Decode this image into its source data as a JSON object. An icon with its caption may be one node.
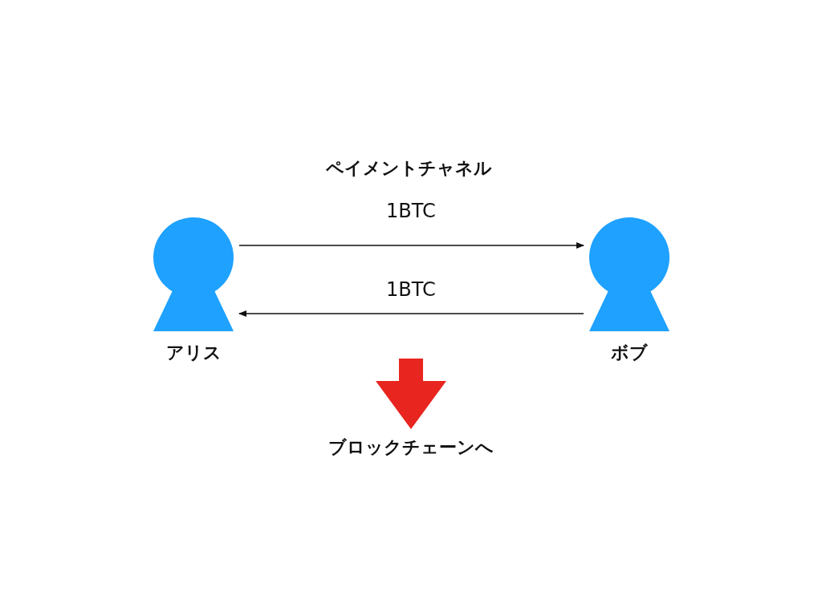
{
  "diagram": {
    "title": "ペイメントチャネル",
    "nodes": [
      {
        "text": [
          "アリス"
        ]
      },
      {
        "text": [
          "ボブ"
        ]
      },
      {
        "text": [
          "ブロックチェーンへ"
        ]
      }
    ],
    "edges": [
      {
        "from": 0,
        "to": 1,
        "arrow": "to",
        "label": "1BTC"
      },
      {
        "from": 1,
        "to": 0,
        "arrow": "to",
        "label": "1BTC"
      },
      {
        "from": null,
        "to": 2,
        "arrow": "to",
        "style": "thick",
        "color": "#e8251f"
      }
    ]
  }
}
